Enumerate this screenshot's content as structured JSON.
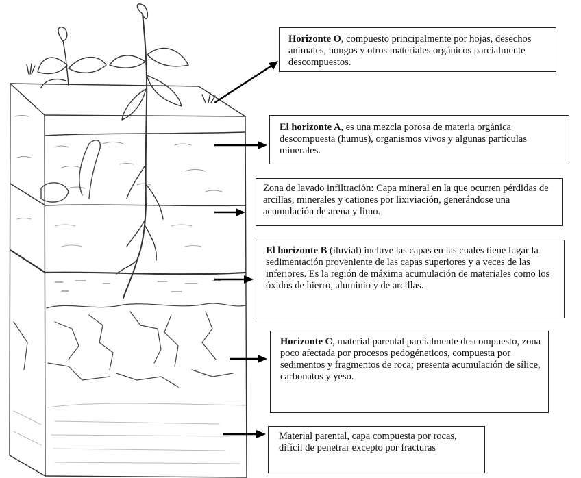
{
  "horizons": {
    "o": {
      "title": "Horizonte O",
      "text": ", compuesto principalmente por hojas, desechos animales, hongos y otros materiales orgánicos parcialmente descompuestos."
    },
    "a": {
      "title": "El horizonte A",
      "text": ", es una mezcla porosa de materia  orgánica descompuesta (humus), organismos vivos y algunas partículas minerales."
    },
    "e": {
      "title": "",
      "text": "Zona  de lavado infiltración: Capa mineral en la que  ocurren pérdidas de arcillas, minerales y cationes por lixiviación, generándose una acumulación de arena y limo."
    },
    "b": {
      "title": "El horizonte B",
      "text": " (iluvial) incluye las capas en las cuales tiene lugar la sedimentación  proveniente de las capas superiores y a veces de las inferiores. Es la región de máxima acumulación de materiales como los óxidos de hierro, aluminio y de arcillas."
    },
    "c": {
      "title": "Horizonte C",
      "text": ", material parental parcialmente descompuesto, zona poco afectada por procesos pedogéneticos, compuesta por sedimentos y fragmentos de roca; presenta acumulación de sílice, carbonatos y yeso."
    },
    "r": {
      "title": "",
      "text": "Material parental, capa compuesta por rocas,  difícil de penetrar excepto por fracturas"
    }
  }
}
